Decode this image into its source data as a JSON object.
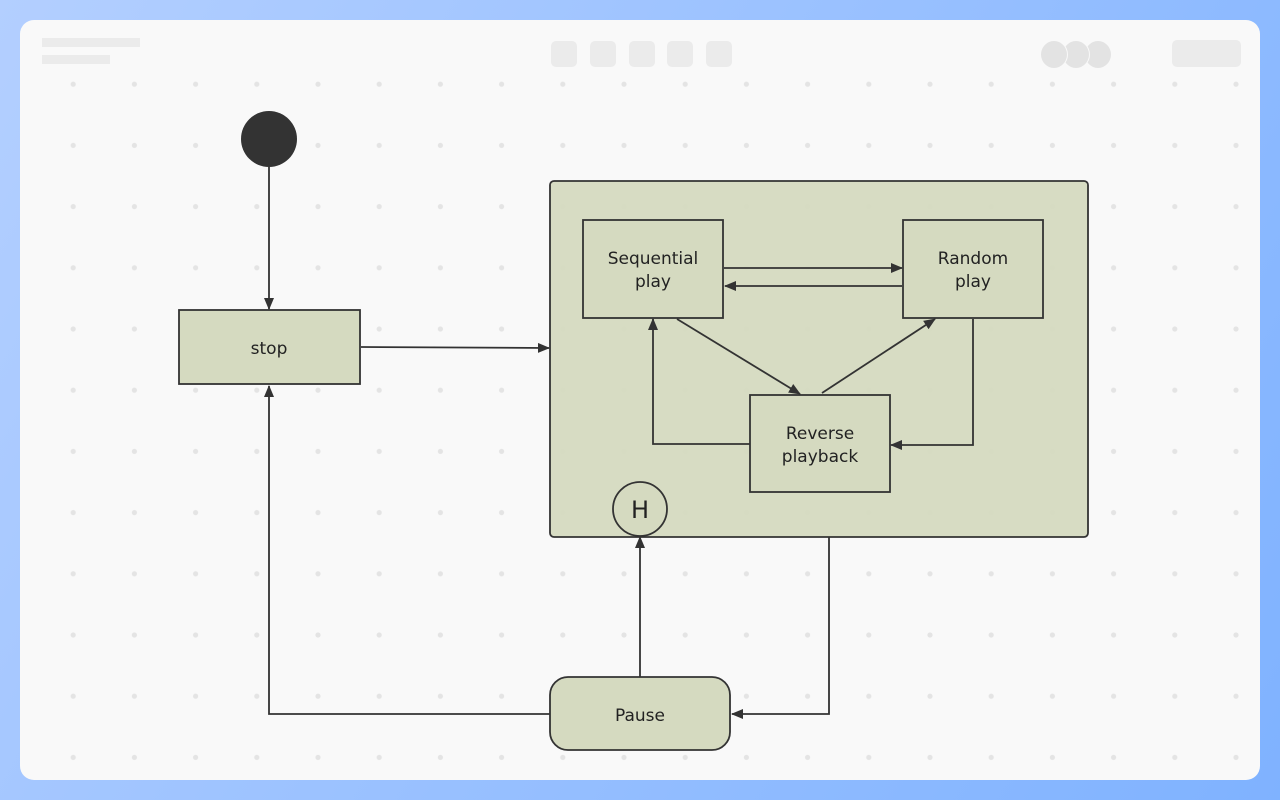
{
  "colors": {
    "state_fill": "#d5dac0",
    "stroke": "#333333",
    "grid_dot": "#e4e4e4"
  },
  "diagram": {
    "states": {
      "stop": "stop",
      "sequential": [
        "Sequential",
        "play"
      ],
      "random": [
        "Random",
        "play"
      ],
      "reverse": [
        "Reverse",
        "playback"
      ],
      "pause": "Pause",
      "history": "H"
    }
  }
}
